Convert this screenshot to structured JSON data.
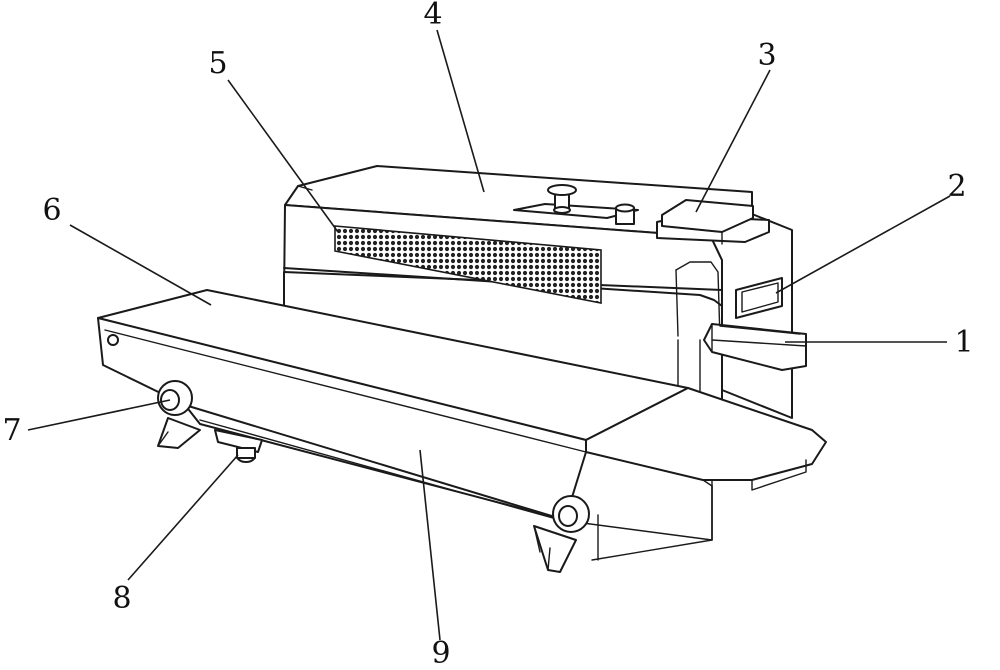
{
  "diagram": {
    "labels": {
      "n1": "1",
      "n2": "2",
      "n3": "3",
      "n4": "4",
      "n5": "5",
      "n6": "6",
      "n7": "7",
      "n8": "8",
      "n9": "9"
    }
  }
}
